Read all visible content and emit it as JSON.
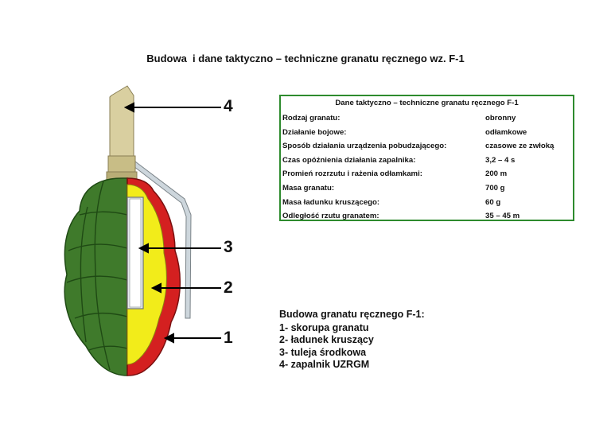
{
  "title": "Budowa  i dane taktyczno – techniczne granatu ręcznego wz. F-1",
  "specs": {
    "heading": "Dane taktyczno – techniczne granatu ręcznego F-1",
    "rows": [
      {
        "key": "Rodzaj granatu:",
        "value": "obronny"
      },
      {
        "key": "Działanie bojowe:",
        "value": "odłamkowe"
      },
      {
        "key": "Sposób działania urządzenia pobudzającego:",
        "value": "czasowe ze zwłoką"
      },
      {
        "key": "Czas opóźnienia działania zapalnika:",
        "value": "3,2 – 4 s"
      },
      {
        "key": "Promień rozrzutu i rażenia odłamkami:",
        "value": "200 m"
      },
      {
        "key": "Masa granatu:",
        "value": "700 g"
      },
      {
        "key": "Masa ładunku kruszącego:",
        "value": "60 g"
      },
      {
        "key": "Odległość rzutu granatem:",
        "value": "35 – 45 m"
      }
    ]
  },
  "parts": {
    "heading": "Budowa granatu ręcznego F-1:",
    "items": [
      "1- skorupa granatu",
      "2- ładunek kruszący",
      "3- tuleja środkowa",
      "4- zapalnik UZRGM"
    ]
  },
  "callouts": [
    "4",
    "3",
    "2",
    "1"
  ],
  "colors": {
    "body_green": "#3f7a2b",
    "explosive_yellow": "#f2ec1a",
    "shell_red": "#d42020",
    "fuze": "#d9cfa0",
    "border_green": "#2e8b2e"
  }
}
